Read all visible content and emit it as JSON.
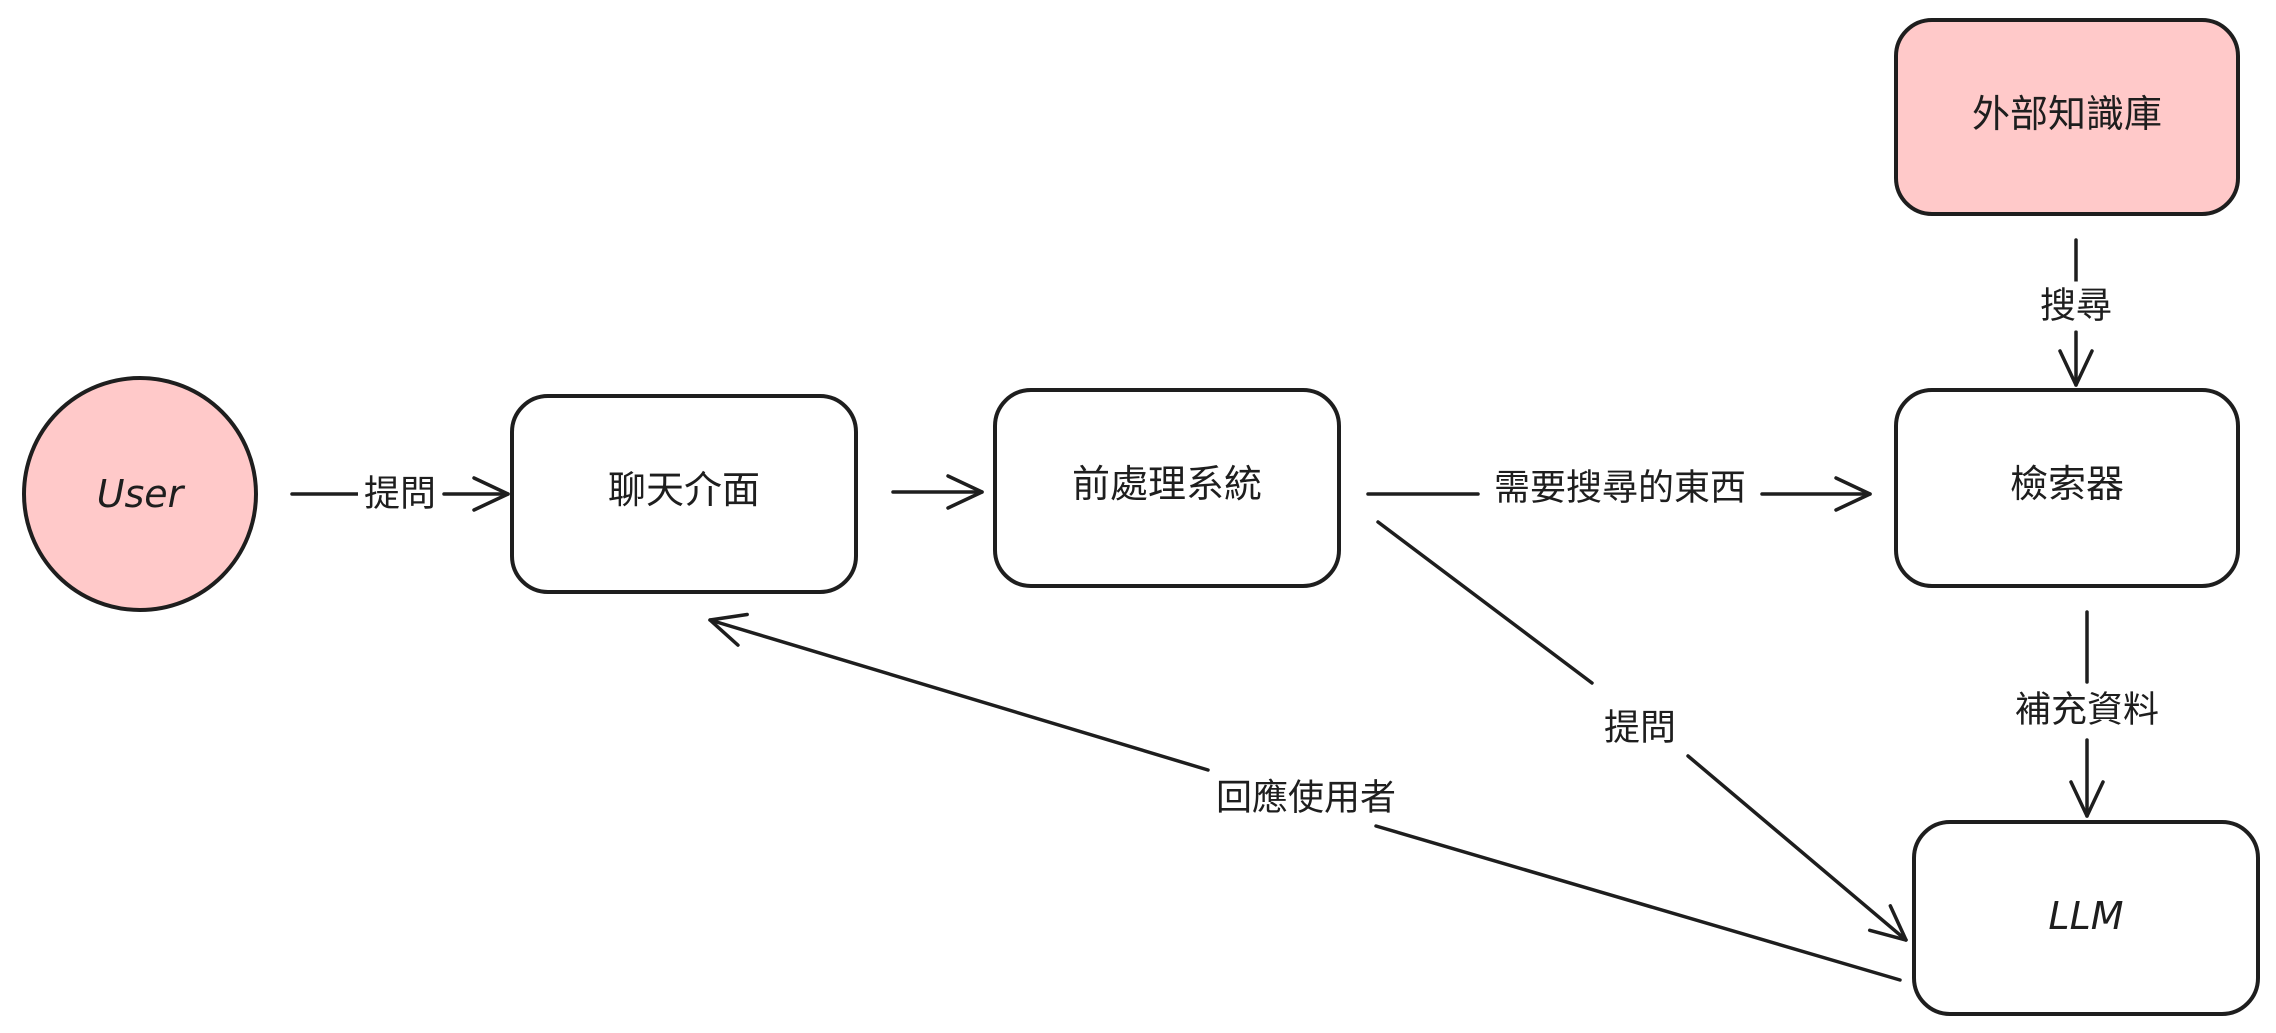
{
  "colors": {
    "stroke": "#1e1e1e",
    "accent": "#ffc9c9",
    "plain": "#ffffff"
  },
  "nodes": {
    "user": "User",
    "chat": "聊天介面",
    "pre": "前處理系統",
    "retriever": "檢索器",
    "kb": "外部知識庫",
    "llm": "LLM"
  },
  "edges": {
    "user_chat": "提問",
    "pre_retriever": "需要搜尋的東西",
    "kb_retriever": "搜尋",
    "retriever_llm": "補充資料",
    "pre_llm": "提問",
    "llm_chat": "回應使用者"
  }
}
